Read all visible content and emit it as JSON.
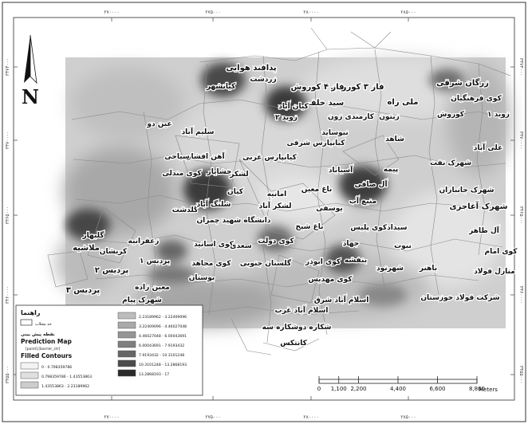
{
  "coord_ticks": {
    "top": [
      "۲۷۰۰۰۰",
      "۲۷۵۰۰۰",
      "۲۸۰۰۰۰",
      "۲۸۵۰۰۰"
    ],
    "bottom": [
      "۲۷۰۰۰۰",
      "۲۷۵۰۰۰",
      "۲۸۰۰۰۰",
      "۲۸۵۰۰۰"
    ],
    "left": [
      "۳۴۷۴۰۰۰",
      "۳۴۷۰۰۰۰",
      "۳۴۶۵۰۰۰",
      "۳۴۶۰۰۰۰",
      "۳۴۵۵۰۰۰"
    ],
    "right": [
      "۳۴۷۴۰۰۰",
      "۳۴۷۰۰۰۰",
      "۳۴۶۵۰۰۰",
      "۳۴۶۰۰۰۰",
      "۳۴۵۵۰۰۰"
    ]
  },
  "north_arrow": "N",
  "place_labels": [
    "پدافند هوایی",
    "زردشت",
    "کیانشهر",
    "فاز ۳ کوروش",
    "فاز ۴ کوروش",
    "زرگان شرقی",
    "ملی راه",
    "سید خلف",
    "کوی فرهنگیان",
    "کارمندی زون",
    "زوید ۲",
    "کیان آباد",
    "زوید ۱",
    "کوروش",
    "زیتون",
    "عین دو",
    "سلیم آباد",
    "نیوساید",
    "کیانپارس شرقی",
    "شاهد",
    "علی آباد",
    "آهن افشار",
    "سیاحی",
    "کیانپارس غربی",
    "پیمه",
    "شهرک نفت",
    "خشایار",
    "کوی مندلی",
    "لشکر",
    "آسیاباد",
    "آل صافی",
    "شهرک جانبازان",
    "کیان",
    "امانیه",
    "باغ معین",
    "منبع آب",
    "شهرک آغاجری",
    "گلدشت",
    "شلنگ آباد",
    "لشکر آباد",
    "یوسفی",
    "باغ شیخ",
    "گلبهار",
    "دانشگاه شهید چمران",
    "سیدادکوی پلیس",
    "آل طاهر",
    "ملاشیه",
    "کوی دولت",
    "نبوت",
    "زعفرانیه",
    "کریشان",
    "کوی اساتید",
    "سعدی",
    "جهاد",
    "کوی امام",
    "پردیس ۱",
    "پردیس ۲",
    "کوی مجاهد",
    "گلستان جنوبی",
    "کوی ابوذر",
    "بنفشه",
    "باهنر",
    "شهرنود",
    "منازل فولاد",
    "بوستان",
    "کوی مهدیس",
    "پردیس ۳",
    "معین زاده",
    "شرکت فولاد خوزستان",
    "اسلام آباد شرق",
    "اسلام آباد غرب",
    "شهرک پیام",
    "شکاره دوشکاره سه",
    "کانتکس"
  ],
  "legend": {
    "title": "راهنما",
    "boundary_label": "حد محلات",
    "points_label": "نقطه پیش بینی",
    "prediction_map": "Prediction Map",
    "prediction_sub": "[point].[barrier_ctr]",
    "filled_contours": "Filled Contours",
    "classes": [
      {
        "range": "0 - 0.798359786",
        "color": "#f3f3f3"
      },
      {
        "range": "0.798359786 - 1.43553863",
        "color": "#e0e0e0"
      },
      {
        "range": "1.43553863 - 2.23189962",
        "color": "#cccccc"
      },
      {
        "range": "2.23189962 - 3.22409096",
        "color": "#bdbdbd"
      },
      {
        "range": "3.22409096 - 4.46027048",
        "color": "#a9a9a9"
      },
      {
        "range": "4.46027048 - 6.00043691",
        "color": "#959595"
      },
      {
        "range": "6.00043691 - 7.9193432",
        "color": "#7f7f7f"
      },
      {
        "range": "7.9193432 - 10.3101248",
        "color": "#666666"
      },
      {
        "range": "10.3101248 - 13.2868193",
        "color": "#4b4b4b"
      },
      {
        "range": "13.2868193 - 17",
        "color": "#2b2b2b"
      }
    ]
  },
  "scale_bar": {
    "labels": [
      "0",
      "1,100",
      "2,200",
      "4,400",
      "6,600",
      "8,800"
    ],
    "unit": "Meters"
  }
}
